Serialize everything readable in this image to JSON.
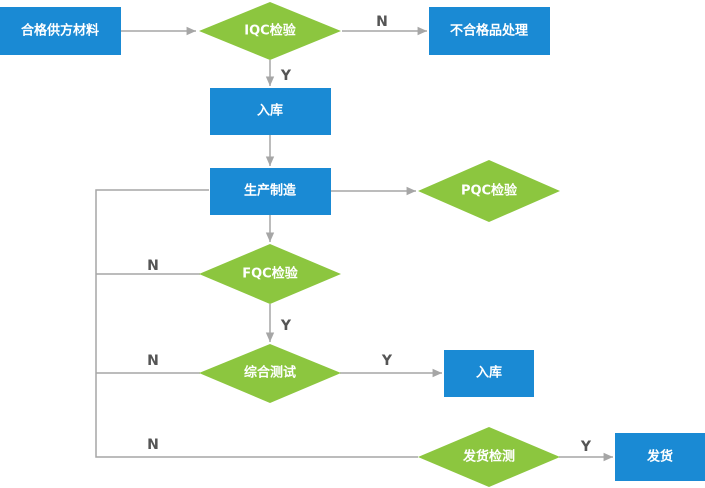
{
  "colors": {
    "box": "#1a8ad4",
    "diamond": "#8cc63f",
    "line": "#a6a6a6",
    "text": "#ffffff",
    "edge_label": "#555555"
  },
  "nodes": {
    "supplier_material": "合格供方材料",
    "iqc": "IQC检验",
    "nonconforming": "不合格品处理",
    "storage_1": "入库",
    "production": "生产制造",
    "pqc": "PQC检验",
    "fqc": "FQC检验",
    "integrated_test": "综合测试",
    "storage_2": "入库",
    "shipping_inspection": "发货检测",
    "shipping": "发货"
  },
  "edge_labels": {
    "iqc_no": "N",
    "iqc_yes": "Y",
    "fqc_no": "N",
    "fqc_yes": "Y",
    "test_no": "N",
    "test_yes": "Y",
    "ship_no": "N",
    "ship_yes": "Y"
  }
}
